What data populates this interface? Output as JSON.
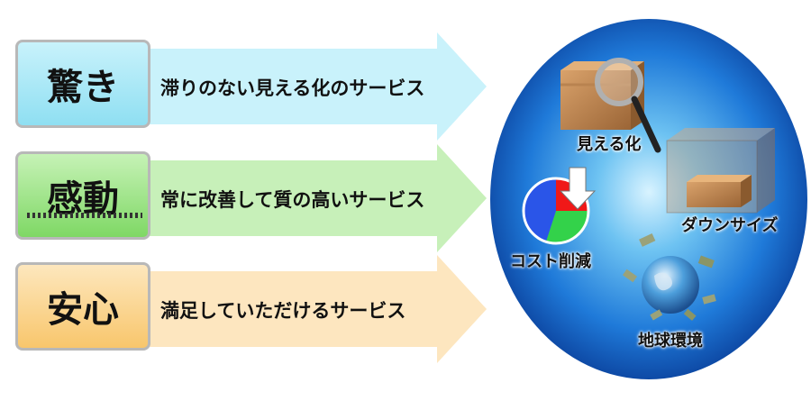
{
  "rows": [
    {
      "key": "驚き",
      "text": "滞りのない見える化のサービス"
    },
    {
      "key": "感動",
      "text": "常に改善して質の高いサービス"
    },
    {
      "key": "安心",
      "text": "満足していただけるサービス"
    }
  ],
  "circle_labels": {
    "visualization": "見える化",
    "downsize": "ダウンサイズ",
    "cost": "コスト削減",
    "environment": "地球環境"
  },
  "colors": {
    "row1_box": "#9fe6f5",
    "row1_arrow": "#c9f2fb",
    "row2_box": "#8fe07a",
    "row2_arrow": "#c7f0b9",
    "row3_box": "#fbd38a",
    "row3_arrow": "#fde6bf",
    "circle_center": "#cfefff",
    "circle_mid": "#2a8ee0",
    "circle_edge": "#0a3f9a"
  },
  "pie": {
    "segments": [
      {
        "label": "blue",
        "value": 45,
        "color": "#2a55e8"
      },
      {
        "label": "green",
        "value": 30,
        "color": "#33d24a"
      },
      {
        "label": "red",
        "value": 25,
        "color": "#f01818"
      }
    ]
  }
}
